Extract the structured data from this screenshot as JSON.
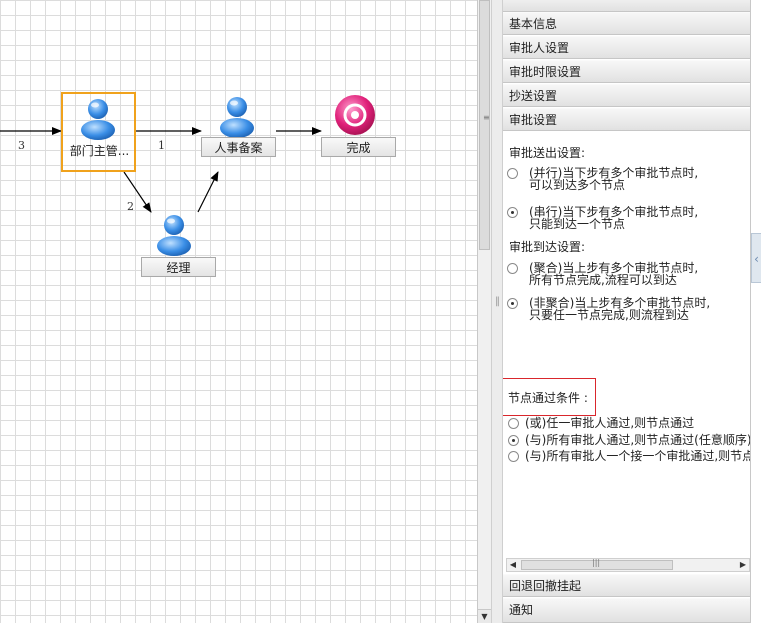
{
  "flow": {
    "nodes": [
      {
        "id": "dept",
        "label": "部门主管...",
        "icon": "user-icon",
        "selected": true
      },
      {
        "id": "hr",
        "label": "人事备案",
        "icon": "user-icon",
        "selected": false
      },
      {
        "id": "done",
        "label": "完成",
        "icon": "end-icon",
        "selected": false
      },
      {
        "id": "mgr",
        "label": "经理",
        "icon": "user-icon",
        "selected": false
      }
    ],
    "edges": [
      {
        "from": "start",
        "to": "dept",
        "label": "3"
      },
      {
        "from": "dept",
        "to": "hr",
        "label": "1"
      },
      {
        "from": "hr",
        "to": "done",
        "label": ""
      },
      {
        "from": "dept",
        "to": "mgr",
        "label": "2"
      },
      {
        "from": "mgr",
        "to": "hr",
        "label": ""
      }
    ]
  },
  "panel": {
    "tabs": {
      "basic": "基本信息",
      "approver": "审批人设置",
      "time_limit": "审批时限设置",
      "cc": "抄送设置",
      "approval": "审批设置",
      "rollback": "回退回撤挂起",
      "notify": "通知"
    },
    "approval_settings": {
      "send_title": "审批送出设置:",
      "send_options": [
        {
          "line1": "(并行)当下步有多个审批节点时,",
          "line2": "可以到达多个节点",
          "checked": false
        },
        {
          "line1": "(串行)当下步有多个审批节点时,",
          "line2": "只能到达一个节点",
          "checked": true
        }
      ],
      "arrive_title": "审批到达设置:",
      "arrive_options": [
        {
          "line1": "(聚合)当上步有多个审批节点时,",
          "line2": "所有节点完成,流程可以到达",
          "checked": false
        },
        {
          "line1": "(非聚合)当上步有多个审批节点时,",
          "line2": "只要任一节点完成,则流程到达",
          "checked": true
        }
      ],
      "pass_title": "节点通过条件 :",
      "pass_options": [
        {
          "text": "(或)任一审批人通过,则节点通过",
          "checked": false
        },
        {
          "text": "(与)所有审批人通过,则节点通过(任意顺序)",
          "checked": true
        },
        {
          "text": "(与)所有审批人一个接一个审批通过,则节点通过",
          "checked": false
        }
      ]
    }
  },
  "colors": {
    "selected_border": "#f0a21c",
    "highlight_box": "#d9262c",
    "end_node": "#e0217a"
  }
}
